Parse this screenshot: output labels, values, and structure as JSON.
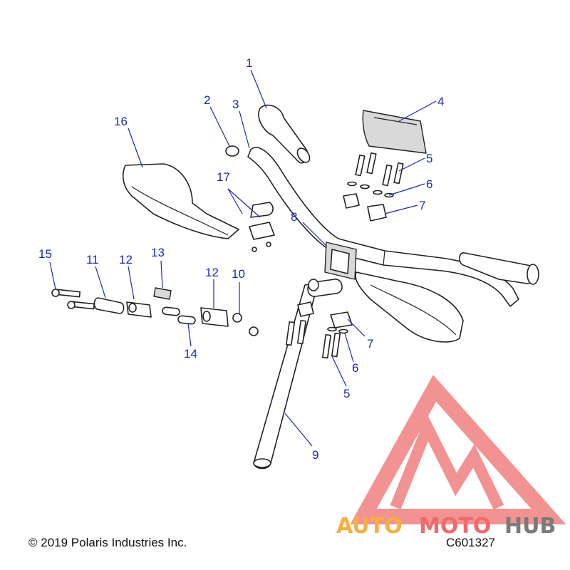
{
  "diagram": {
    "callouts": [
      {
        "id": "c1",
        "label": "1"
      },
      {
        "id": "c2",
        "label": "2"
      },
      {
        "id": "c3",
        "label": "3"
      },
      {
        "id": "c4",
        "label": "4"
      },
      {
        "id": "c5a",
        "label": "5"
      },
      {
        "id": "c6a",
        "label": "6"
      },
      {
        "id": "c7a",
        "label": "7"
      },
      {
        "id": "c8",
        "label": "8"
      },
      {
        "id": "c9",
        "label": "9"
      },
      {
        "id": "c10",
        "label": "10"
      },
      {
        "id": "c11",
        "label": "11"
      },
      {
        "id": "c12a",
        "label": "12"
      },
      {
        "id": "c12b",
        "label": "12"
      },
      {
        "id": "c13",
        "label": "13"
      },
      {
        "id": "c14",
        "label": "14"
      },
      {
        "id": "c15",
        "label": "15"
      },
      {
        "id": "c16",
        "label": "16"
      },
      {
        "id": "c17",
        "label": "17"
      },
      {
        "id": "c7b",
        "label": "7"
      },
      {
        "id": "c6b",
        "label": "6"
      },
      {
        "id": "c5b",
        "label": "5"
      }
    ],
    "copyright": "© 2019 Polaris Industries Inc.",
    "figure_code": "C601327"
  },
  "watermark": {
    "brand_part1": "AUTO",
    "brand_part2": "MOTO",
    "brand_part3": "HUB",
    "colors": {
      "triangle": "#f08080",
      "auto": "#f5b041",
      "moto": "#ef6b6b",
      "hub": "#7a7a7a"
    }
  },
  "accent_color": "#1f25b8"
}
